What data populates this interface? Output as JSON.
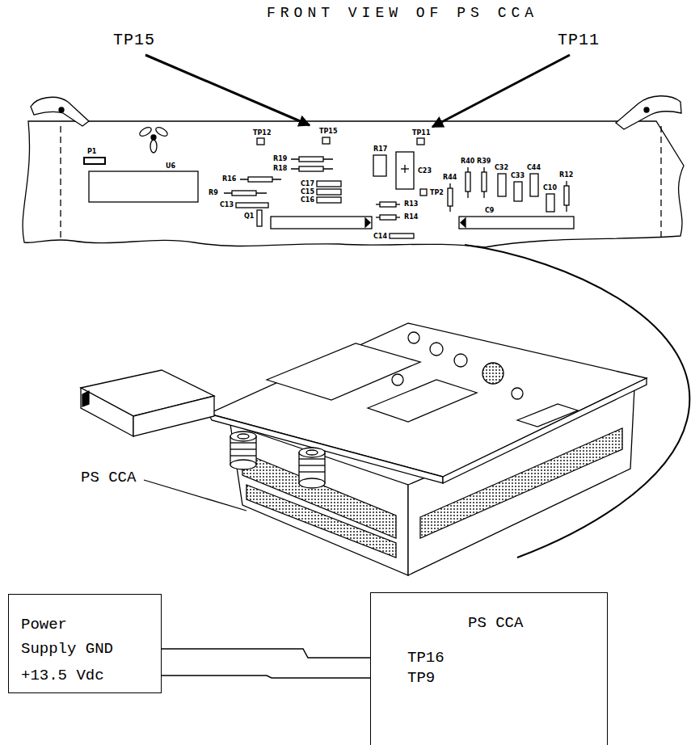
{
  "diagram": {
    "nodes": [
      {
        "text": [
          "Power Supply GND",
          "+13.5 Vdc"
        ]
      },
      {
        "text": [
          "PS CCA",
          "TP16",
          "TP9"
        ]
      }
    ],
    "edges": [
      {
        "from": 0,
        "to": 1,
        "arrow": "none"
      },
      {
        "from": 0,
        "to": 1,
        "arrow": "none"
      }
    ],
    "labels": [
      "FRONT VIEW OF PS CCA",
      "TP15",
      "TP11",
      "TP12",
      "TP15",
      "TP11",
      "P1",
      "U6",
      "R19",
      "R18",
      "R16",
      "R9",
      "C17",
      "C15",
      "C16",
      "C13",
      "Q1",
      "R17",
      "C23",
      "TP2",
      "R13",
      "R14",
      "C14",
      "R44",
      "R40",
      "R39",
      "C32",
      "C33",
      "C44",
      "C9",
      "C10",
      "R12",
      "PS CCA"
    ]
  }
}
